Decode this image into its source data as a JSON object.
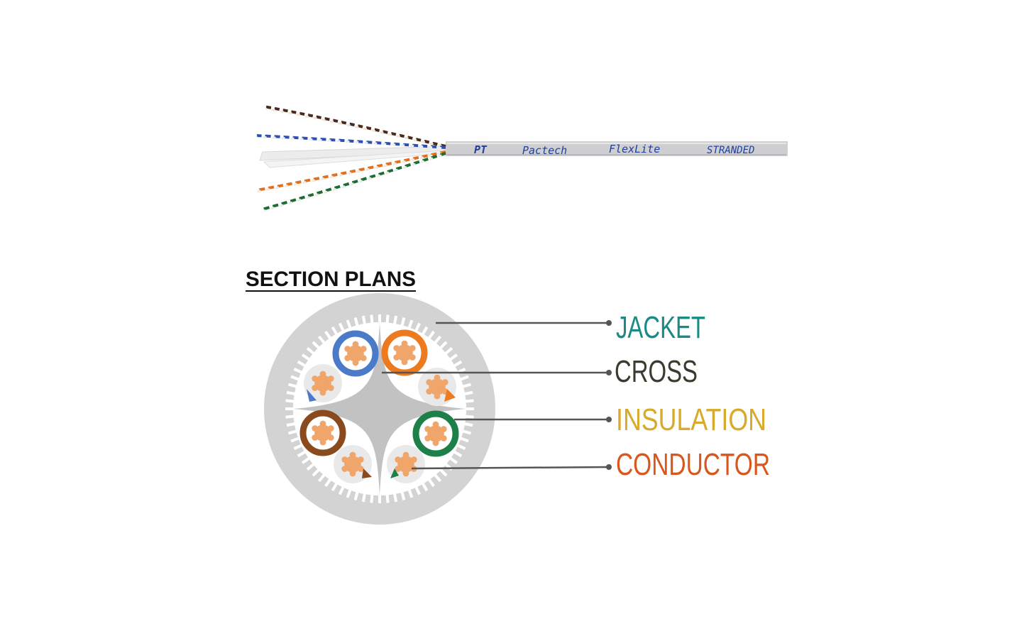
{
  "cable": {
    "print": {
      "logo": "PT",
      "brand": "Pactech",
      "model": "FlexLite",
      "type": "STRANDED"
    },
    "colors": {
      "jacket": "#cfcfd1",
      "print_ink": "#1f3fa0",
      "pair_brown": "#4a2a1a",
      "pair_blue": "#2f4fb0",
      "pair_orange": "#e07020",
      "pair_green": "#1f6b32",
      "separator": "#ececec"
    }
  },
  "section": {
    "title": "SECTION PLANS",
    "labels": {
      "jacket": "JACKET",
      "cross": "CROSS",
      "insulation": "INSULATION",
      "conductor": "CONDUCTOR"
    },
    "label_colors": {
      "jacket": "#1a8a86",
      "cross": "#3a3a2e",
      "insulation": "#d8a92a",
      "conductor": "#d9561d"
    },
    "colors": {
      "jacket_fill": "#d3d3d3",
      "jacket_inner": "#ffffff",
      "cross_fill": "#c2c2c2",
      "copper": "#f0a56a",
      "leader": "#555555",
      "blue": "#4a7ac8",
      "orange": "#ec7a1f",
      "brown": "#8a4a1e",
      "green": "#1c8048"
    }
  }
}
